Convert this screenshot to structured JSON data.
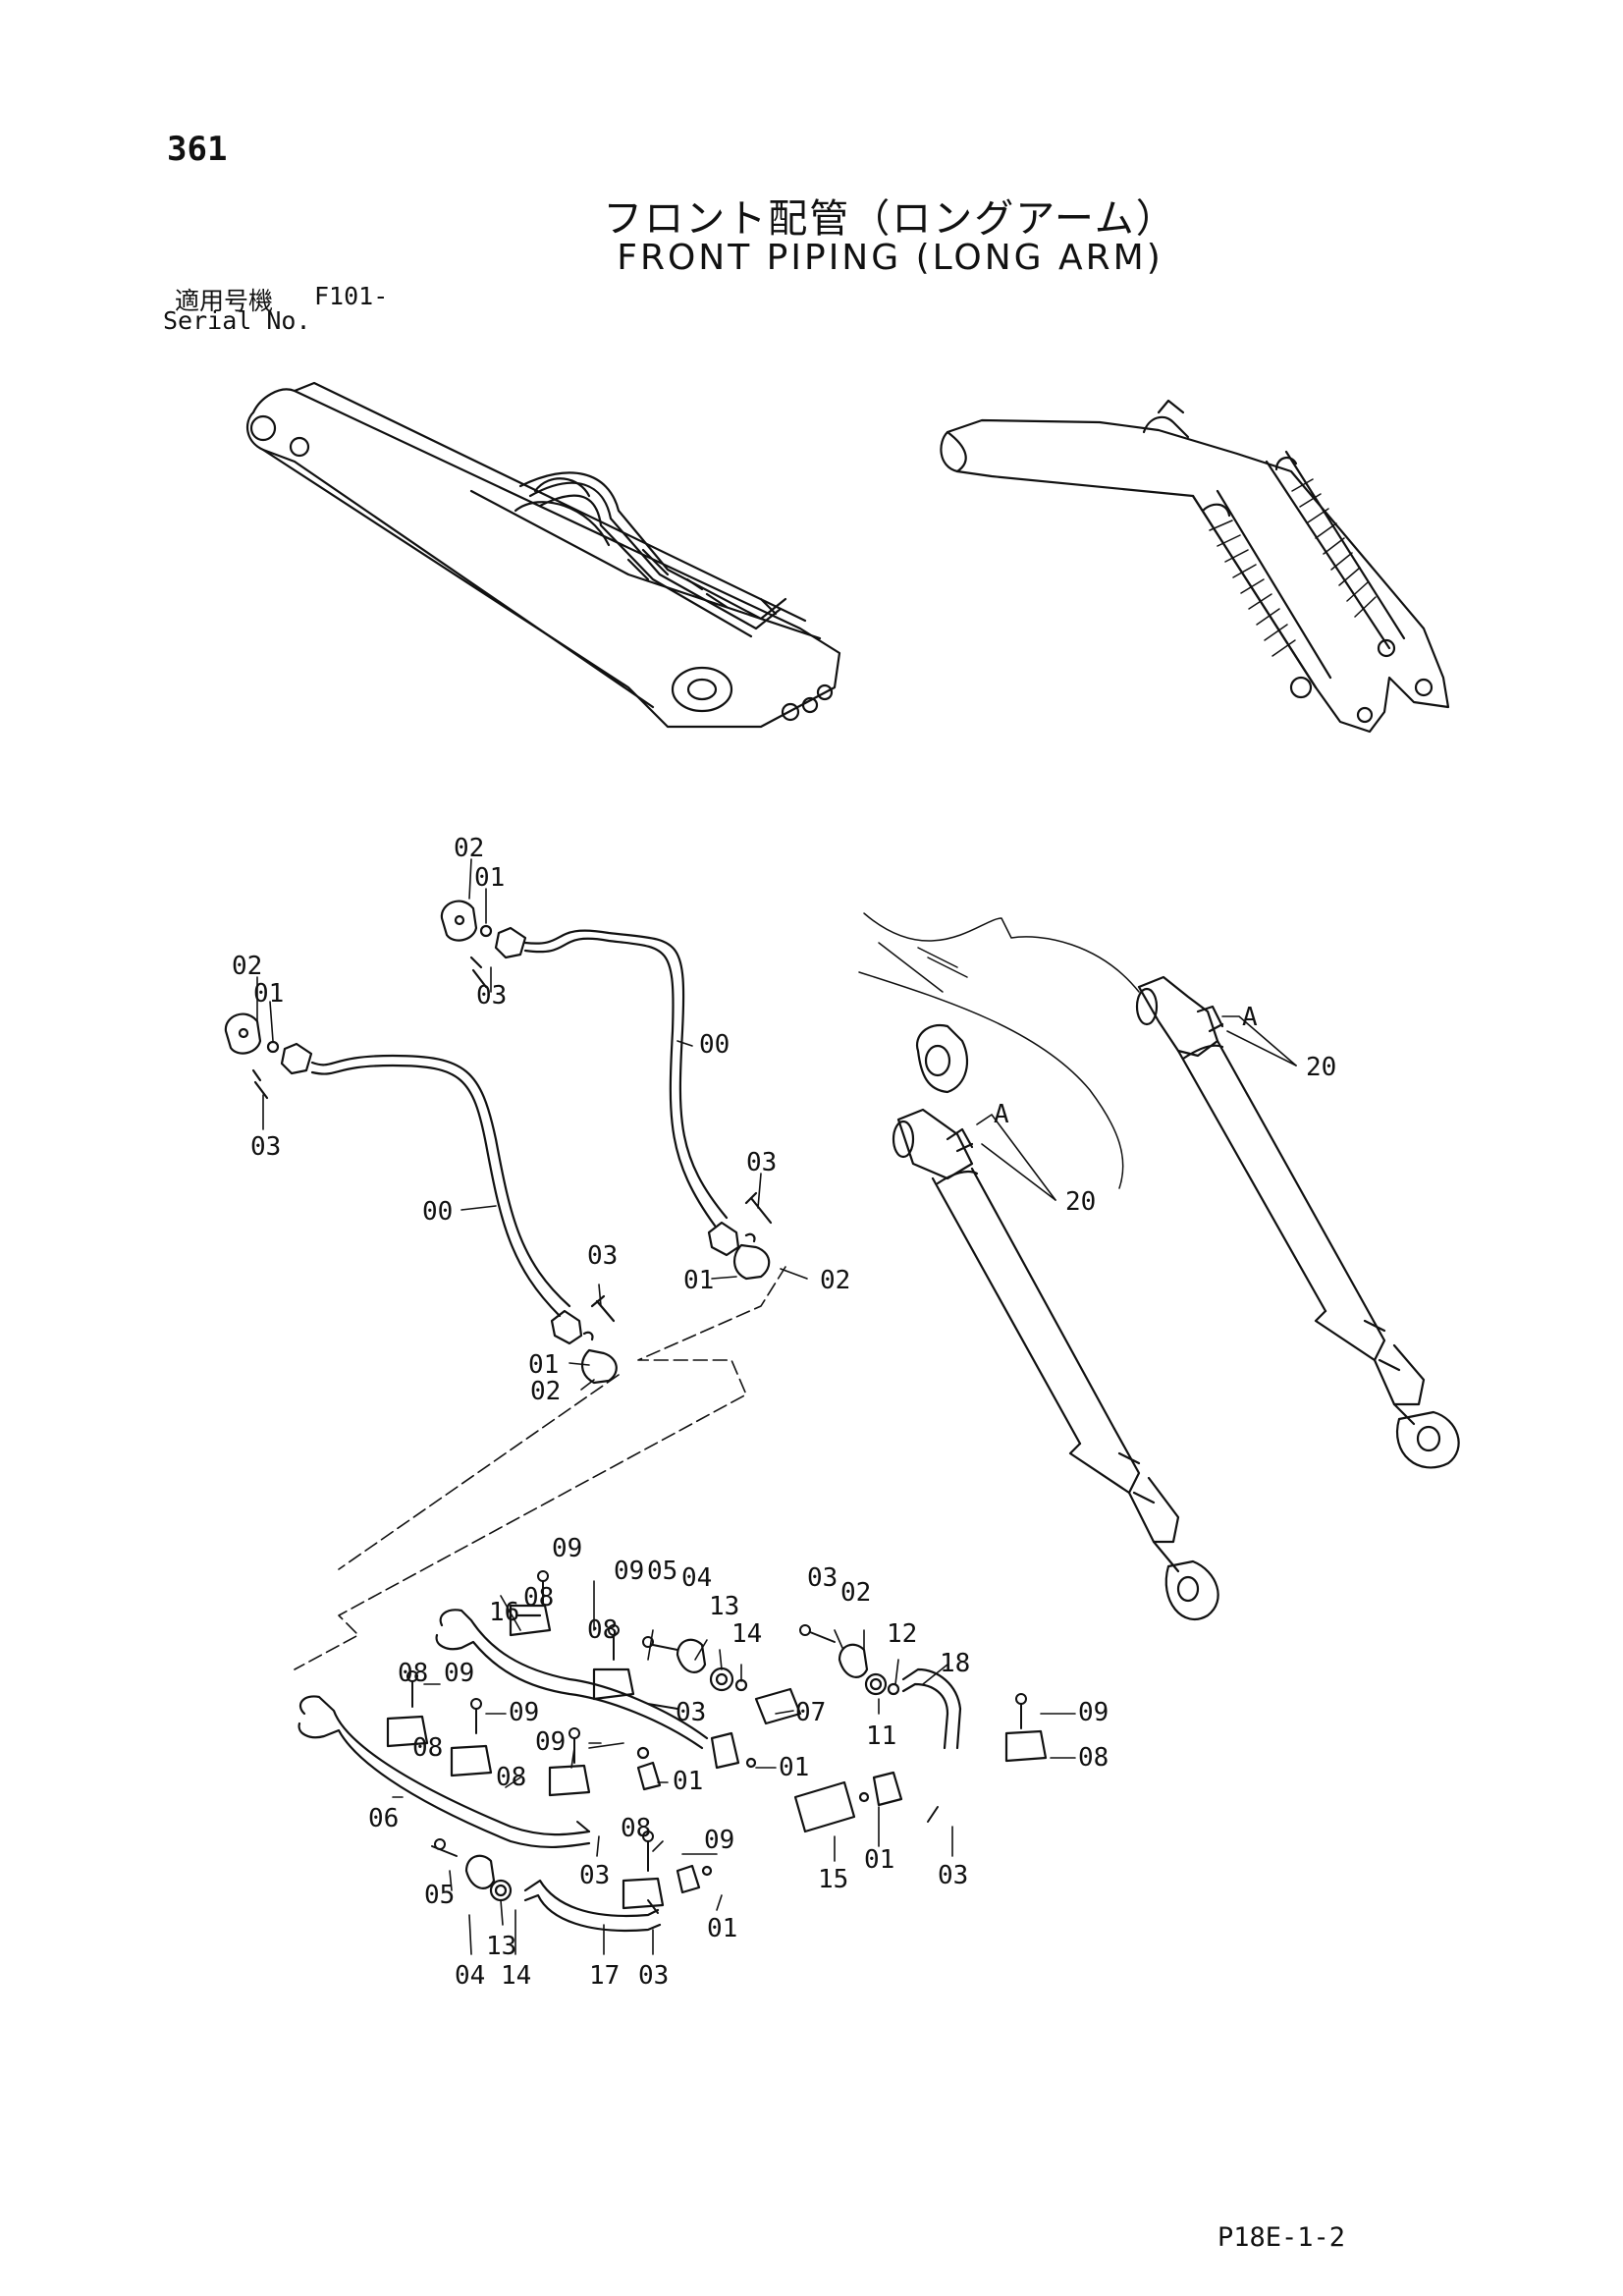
{
  "page_number": "361",
  "title_jp": "フロント配管（ロングアーム）",
  "title_en": "FRONT PIPING (LONG ARM)",
  "serial_label_jp": "適用号機",
  "serial_value": "F101-",
  "serial_label_en": "Serial No.",
  "footer_code": "P18E-1-2",
  "callouts": {
    "hose_a_00": "00",
    "hose_a_01_top": "01",
    "hose_a_02_top": "02",
    "hose_a_03_top": "03",
    "hose_a_01_bottom": "01",
    "hose_a_02_bottom": "02",
    "hose_a_03_bottom": "03",
    "hose_b_00": "00",
    "hose_b_01_top": "01",
    "hose_b_02_top": "02",
    "hose_b_03_top": "03",
    "hose_b_01_bottom": "01",
    "hose_b_02_bottom": "02",
    "hose_b_03_bottom": "03",
    "cyl1_A": "A",
    "cyl1_20": "20",
    "cyl2_A": "A",
    "cyl2_20": "20",
    "p_09a": "09",
    "p_08a": "08",
    "p_16": "16",
    "p_09b": "09",
    "p_08b": "08",
    "p_05a": "05",
    "p_04a": "04",
    "p_13a": "13",
    "p_14a": "14",
    "p_03a": "03",
    "p_02a": "02",
    "p_12": "12",
    "p_18": "18",
    "p_11": "11",
    "p_09c": "09",
    "p_08c": "08",
    "p_08d": "08",
    "p_09d": "09",
    "p_09e": "09",
    "p_08e": "08",
    "p_03b": "03",
    "p_07": "07",
    "p_09f": "09",
    "p_08f": "08",
    "p_01a": "01",
    "p_01b": "01",
    "p_06": "06",
    "p_03c": "03",
    "p_15": "15",
    "p_01c": "01",
    "p_03d": "03",
    "p_08g": "08",
    "p_09g": "09",
    "p_01d": "01",
    "p_05b": "05",
    "p_04b": "04",
    "p_13b": "13",
    "p_14b": "14",
    "p_17": "17",
    "p_03e": "03"
  }
}
